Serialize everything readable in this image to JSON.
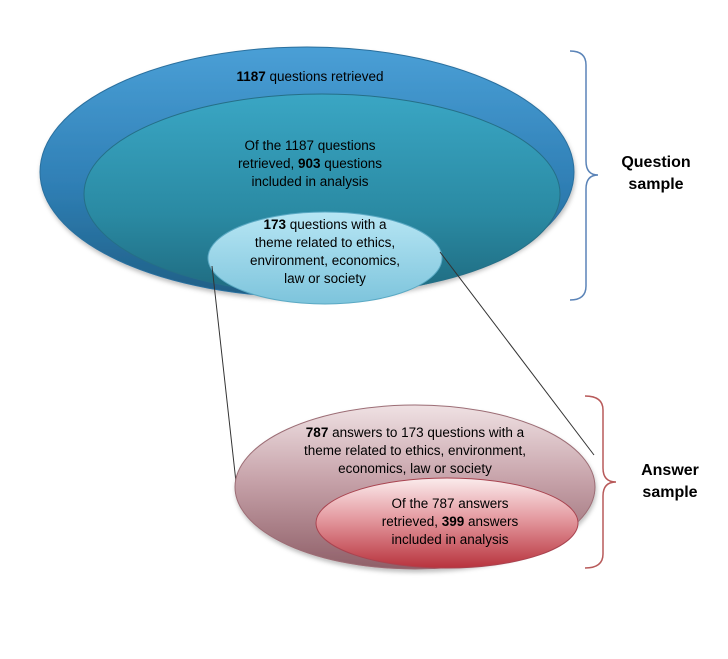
{
  "question_sample": {
    "label_line1": "Question",
    "label_line2": "sample",
    "retrieved": {
      "count": "1187",
      "text": " questions retrieved"
    },
    "included": {
      "line1": "Of the 1187 questions",
      "line2_prefix": "retrieved, ",
      "count": "903",
      "line2_suffix": " questions",
      "line3": "included in analysis"
    },
    "themed": {
      "count": "173",
      "line1_suffix": " questions with a",
      "line2": "theme related to ethics,",
      "line3": "environment, economics,",
      "line4": "law or society"
    }
  },
  "answer_sample": {
    "label_line1": "Answer",
    "label_line2": "sample",
    "answers": {
      "count": "787",
      "line1_suffix": " answers to 173 questions with a",
      "line2": "theme related to ethics, environment,",
      "line3": "economics, law or society"
    },
    "included": {
      "line1": "Of the 787 answers",
      "line2_prefix": "retrieved, ",
      "count": "399",
      "line2_suffix": " answers",
      "line3": "included in analysis"
    }
  },
  "colors": {
    "question_outer": "#2f82b7",
    "question_middle": "#2a8ea8",
    "question_inner": "#8fd2e6",
    "answer_outer": "#b58b93",
    "answer_inner": "#c4414a",
    "bracket_question": "#5b84b8",
    "bracket_answer": "#b85a5a"
  }
}
